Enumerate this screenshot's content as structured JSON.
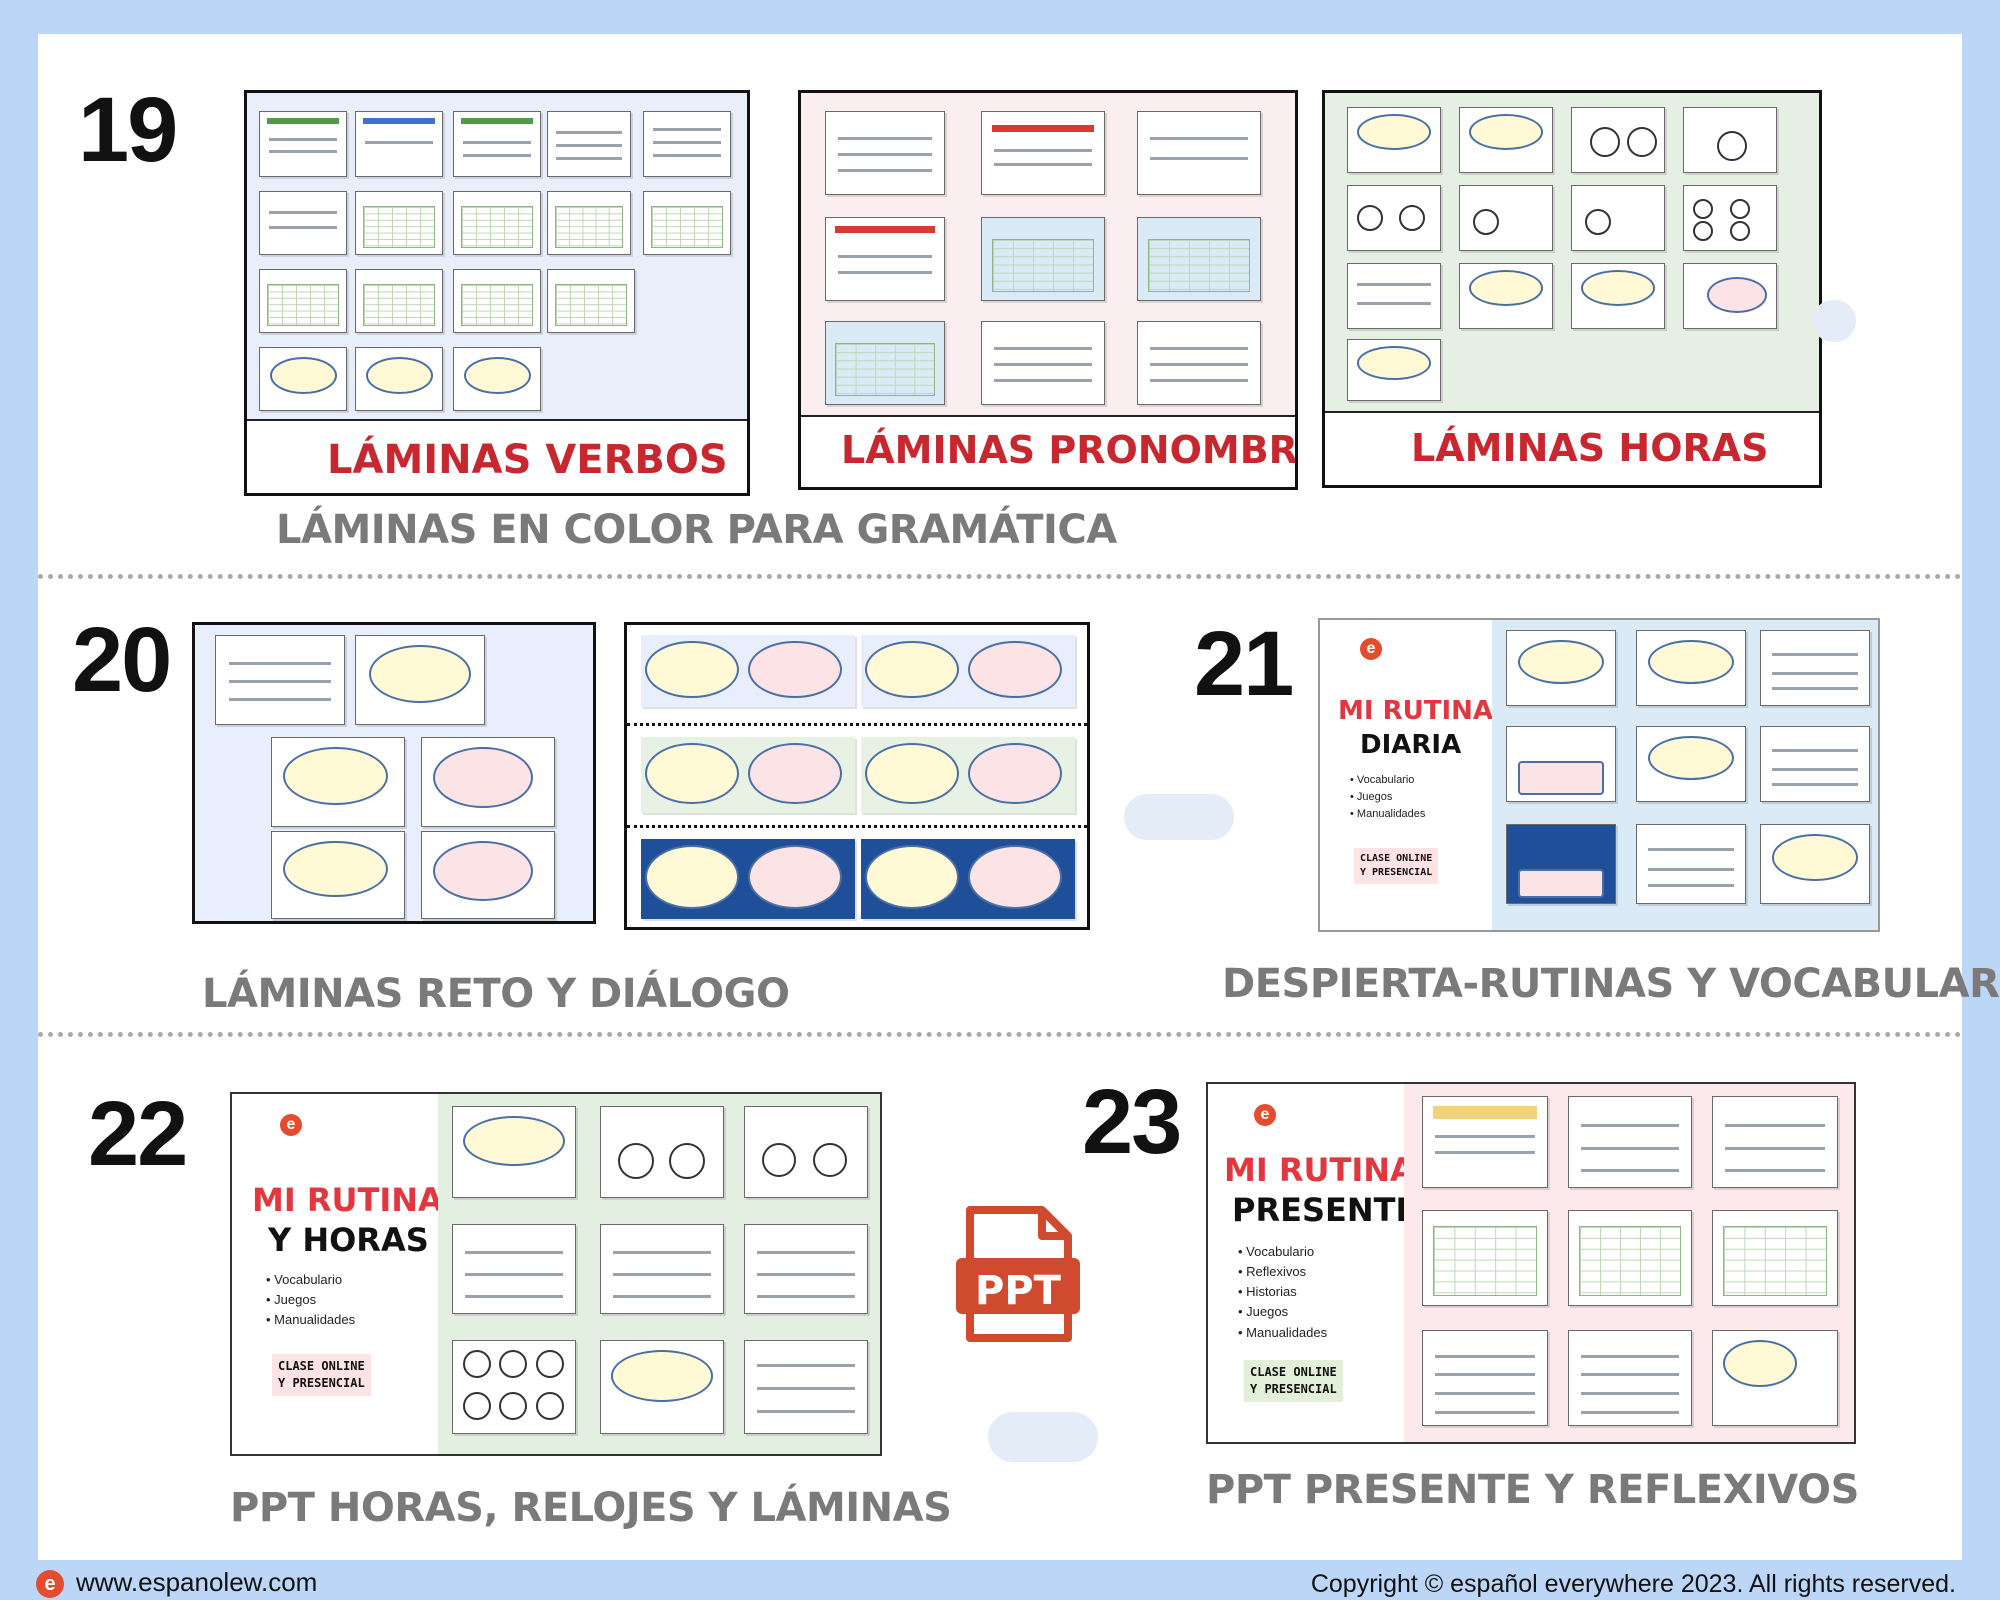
{
  "sections": [
    {
      "number": "19",
      "caption": "LÁMINAS  EN COLOR PARA GRAMÁTICA",
      "products": [
        {
          "title": "LÁMINAS VERBOS"
        },
        {
          "title": "LÁMINAS PRONOMBRES"
        },
        {
          "title": "LÁMINAS HORAS"
        }
      ]
    },
    {
      "number": "20",
      "caption": "LÁMINAS RETO Y DIÁLOGO"
    },
    {
      "number": "21",
      "caption": "DESPIERTA-RUTINAS Y VOCABULARIO",
      "cover": {
        "title_red": "MI RUTINA",
        "title_black": "DIARIA",
        "bullets": [
          "Vocabulario",
          "Juegos",
          "Manualidades"
        ],
        "badge": "CLASE ONLINE\nY PRESENCIAL"
      }
    },
    {
      "number": "22",
      "caption": "PPT HORAS, RELOJES Y LÁMINAS",
      "cover": {
        "title_red": "MI RUTINA",
        "title_black": "Y HORAS",
        "bullets": [
          "Vocabulario",
          "Juegos",
          "Manualidades"
        ],
        "badge": "CLASE ONLINE\nY PRESENCIAL"
      }
    },
    {
      "number": "23",
      "caption": "PPT PRESENTE Y REFLEXIVOS",
      "cover": {
        "title_red": "MI RUTINA",
        "title_black": "PRESENTE",
        "bullets": [
          "Vocabulario",
          "Reflexivos",
          "Historias",
          "Juegos",
          "Manualidades"
        ],
        "badge": "CLASE ONLINE\nY PRESENCIAL"
      }
    }
  ],
  "ppt_icon_label": "PPT",
  "footer": {
    "website": "www.espanolew.com",
    "copyright": "Copyright © español everywhere 2023. All rights reserved."
  },
  "colors": {
    "background": "#bcd6f7",
    "title_red": "#c7282f",
    "caption_gray": "#7a7a7a",
    "ppt_orange": "#d04a2f"
  }
}
